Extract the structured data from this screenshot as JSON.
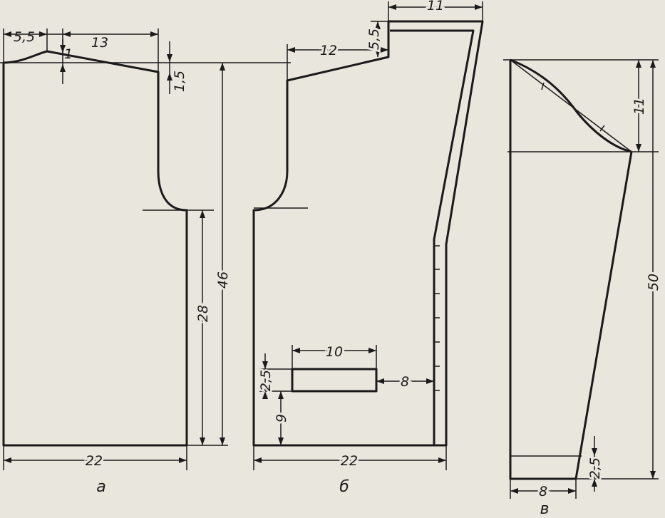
{
  "panels": {
    "a": {
      "caption": "а",
      "dims": {
        "neck_width": "5,5",
        "neck_depth": "1",
        "shoulder": "13",
        "shoulder_drop": "1,5",
        "length": "46",
        "side": "28",
        "width": "22"
      }
    },
    "b": {
      "caption": "б",
      "dims": {
        "collar_width": "11",
        "collar_height": "5,5",
        "shoulder": "12",
        "pocket_width": "10",
        "pocket_height": "2,5",
        "pocket_offset": "8",
        "pocket_level": "9",
        "width": "22"
      }
    },
    "c": {
      "caption": "в",
      "dims": {
        "cap_height": "11",
        "length": "50",
        "cuff": "2,5",
        "width": "8"
      }
    }
  },
  "colors": {
    "paper": "#e9e6de",
    "ink": "#1a1a1a"
  }
}
